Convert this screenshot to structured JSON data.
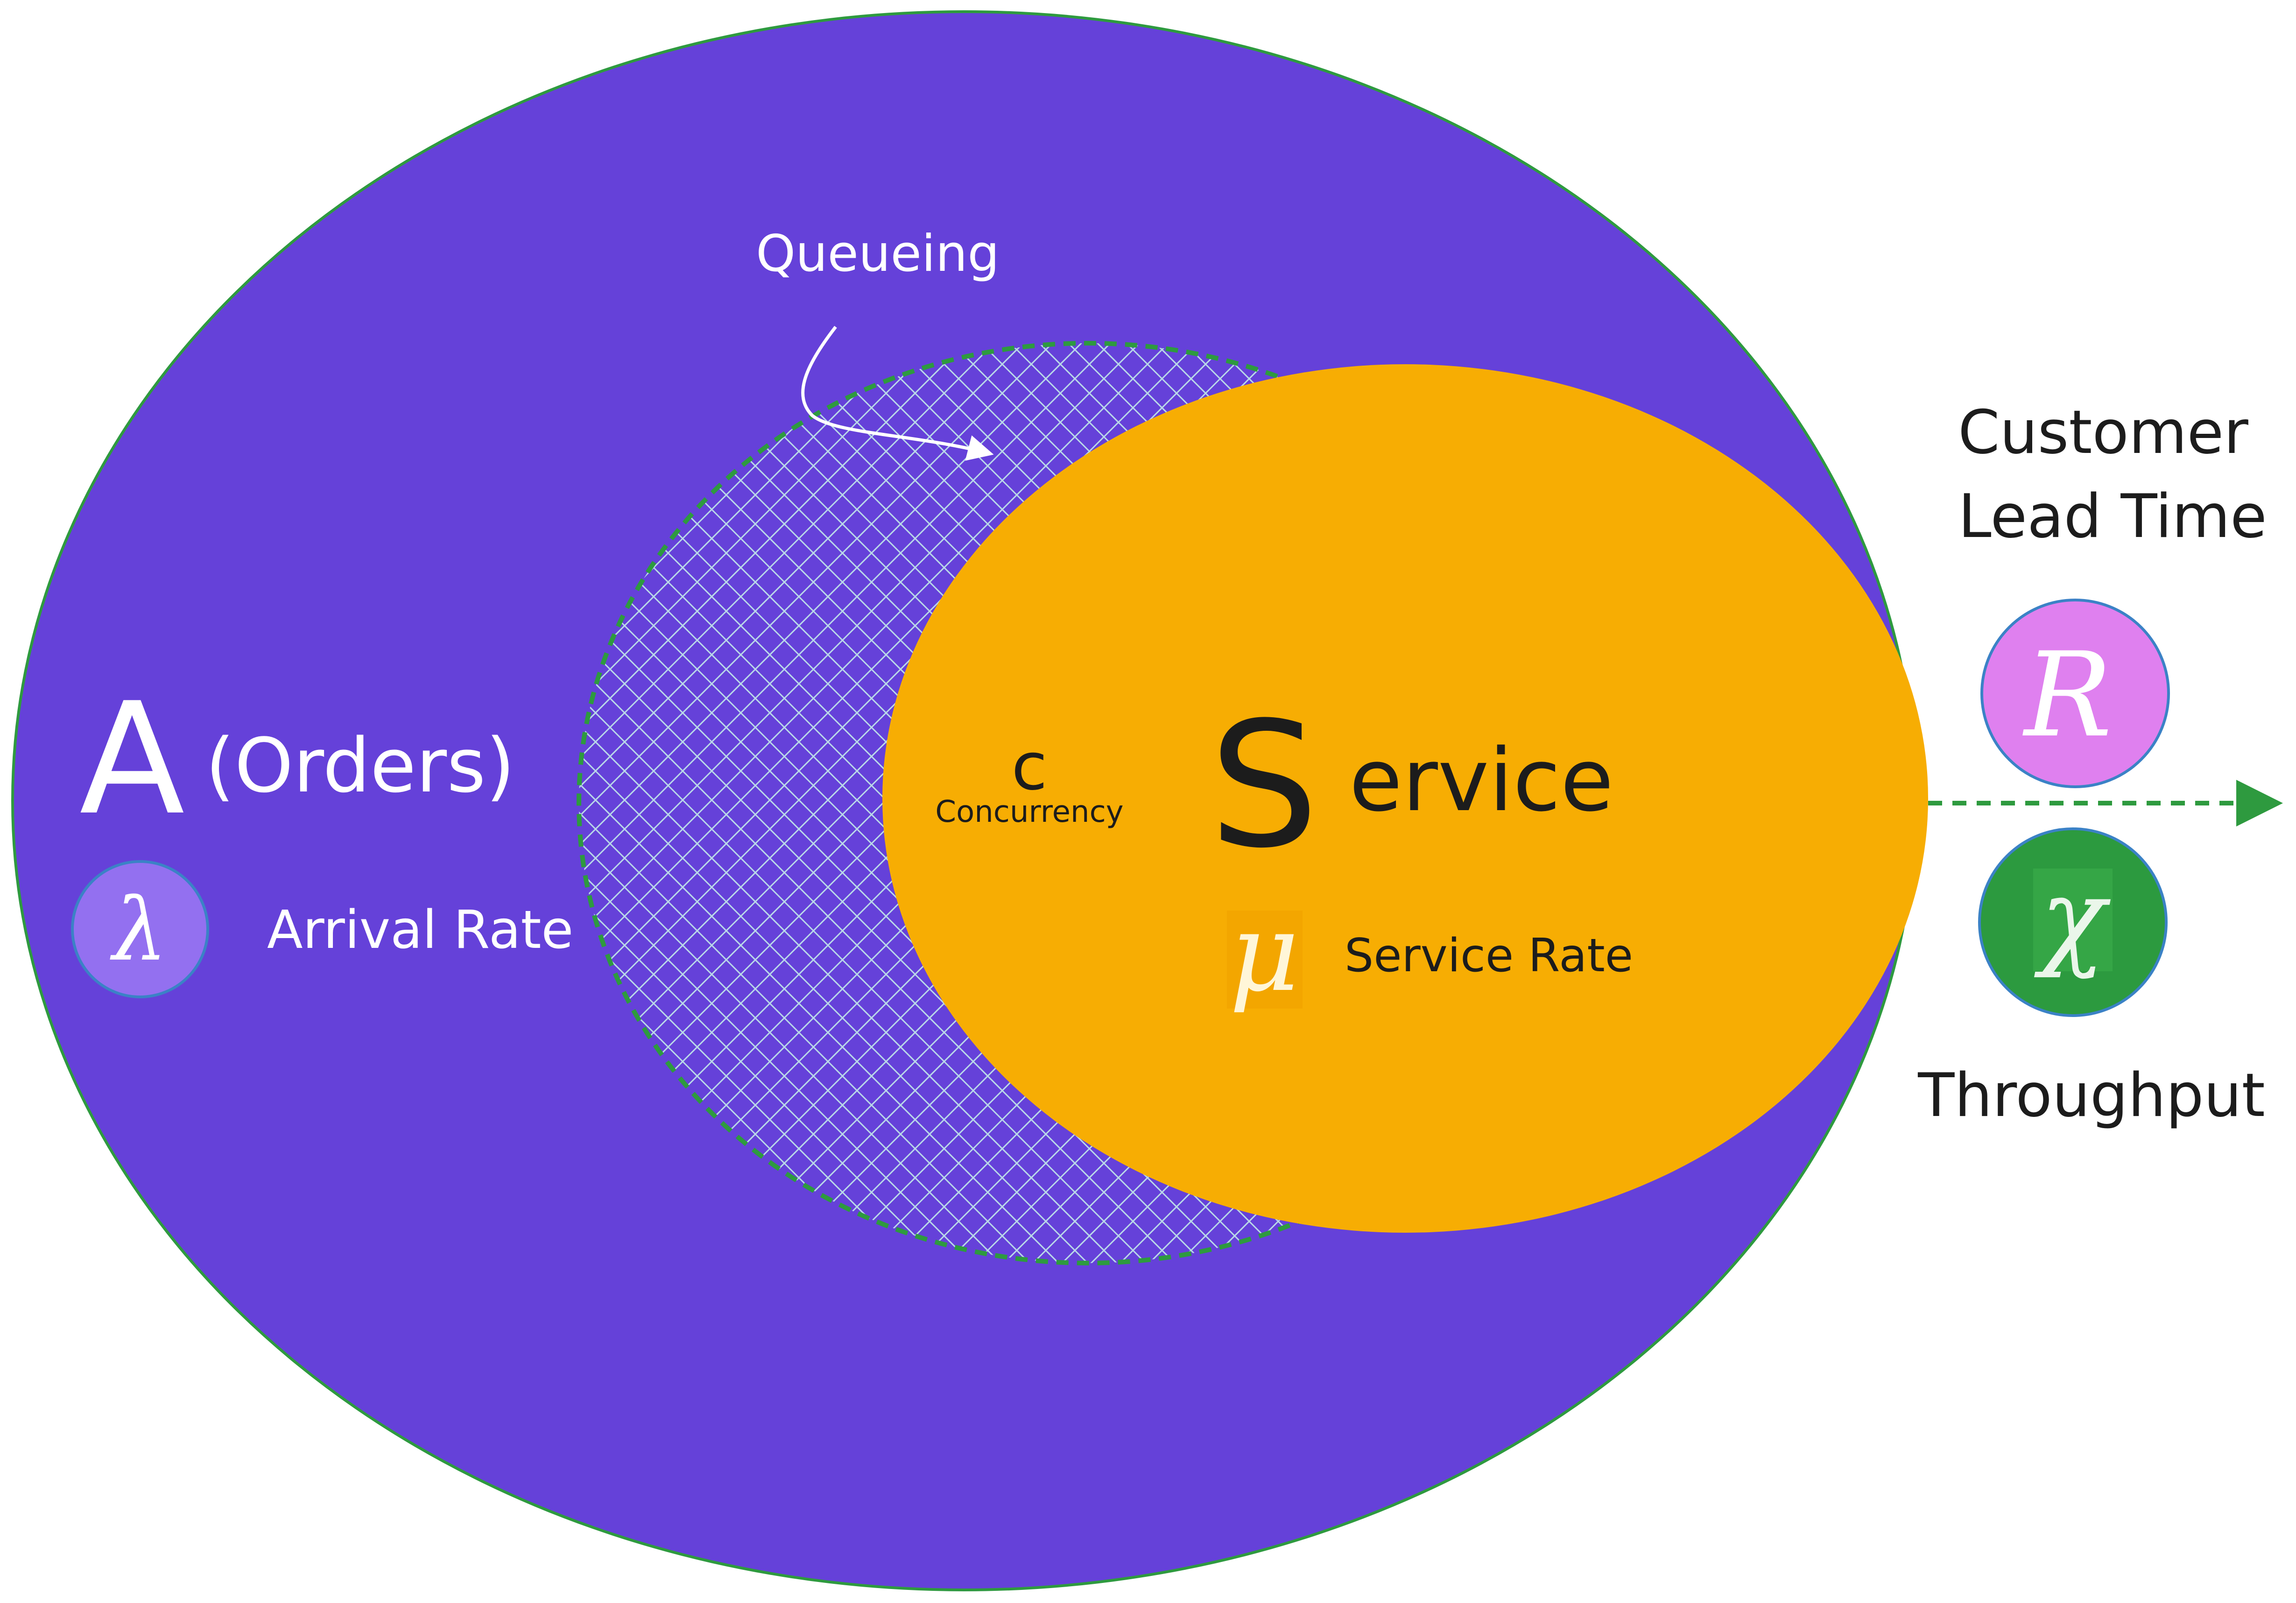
{
  "colors": {
    "outer_fill": "#6541d9",
    "queue_hatch": "#b9d8e8",
    "queue_border": "#2e9a3f",
    "service_fill": "#f7ad03",
    "lambda_fill": "#9370f0",
    "r_fill": "#df80ef",
    "chi_fill": "#2c9a3f",
    "circle_stroke": "#3b82c6",
    "flow_arrow": "#2e9a3f",
    "dark_text": "#1c1c1c",
    "light_text": "#ffffff",
    "mu_text": "#fff6d8"
  },
  "arrivals": {
    "big_letter": "A",
    "label": "(Orders)",
    "rate_symbol": "λ",
    "rate_label": "Arrival Rate"
  },
  "queue": {
    "label": "Queueing"
  },
  "service": {
    "big_letter": "S",
    "rest": "ervice",
    "concurrency_symbol": "c",
    "concurrency_label": "Concurrency",
    "rate_symbol": "μ",
    "rate_label": "Service Rate"
  },
  "outputs": {
    "lead_time_line1": "Customer",
    "lead_time_line2": "Lead Time",
    "lead_time_symbol": "R",
    "throughput_symbol": "χ",
    "throughput_label": "Throughput"
  }
}
